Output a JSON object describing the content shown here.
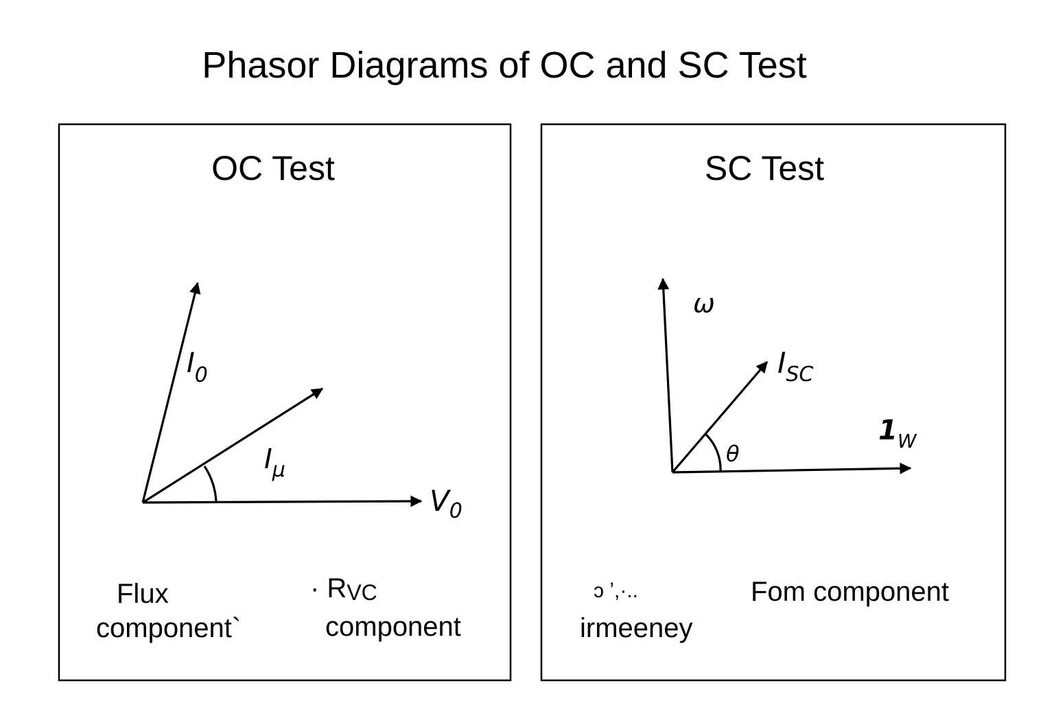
{
  "title": "Phasor Diagrams of OC and SC Test",
  "oc": {
    "title": "OC Test",
    "phasors": {
      "i0": {
        "main": "I",
        "sub": "0"
      },
      "imu": {
        "main": "I",
        "sub": "μ"
      },
      "v0": {
        "main": "V",
        "sub": "0"
      }
    },
    "captions": {
      "left_line1": "Flux",
      "left_line2": "component`",
      "right_line1_main": "· R",
      "right_line1_sub": "VC",
      "right_line2": "component"
    }
  },
  "sc": {
    "title": "SC Test",
    "phasors": {
      "vertical": "ω",
      "isc": {
        "main": "I",
        "sub": "SC"
      },
      "iw": {
        "main": "1",
        "sub": "W"
      },
      "angle": "θ"
    },
    "captions": {
      "left_line1": "ɔ ʼ,·.. ",
      "left_line2": "irmeeney",
      "right": "Fom component"
    }
  }
}
